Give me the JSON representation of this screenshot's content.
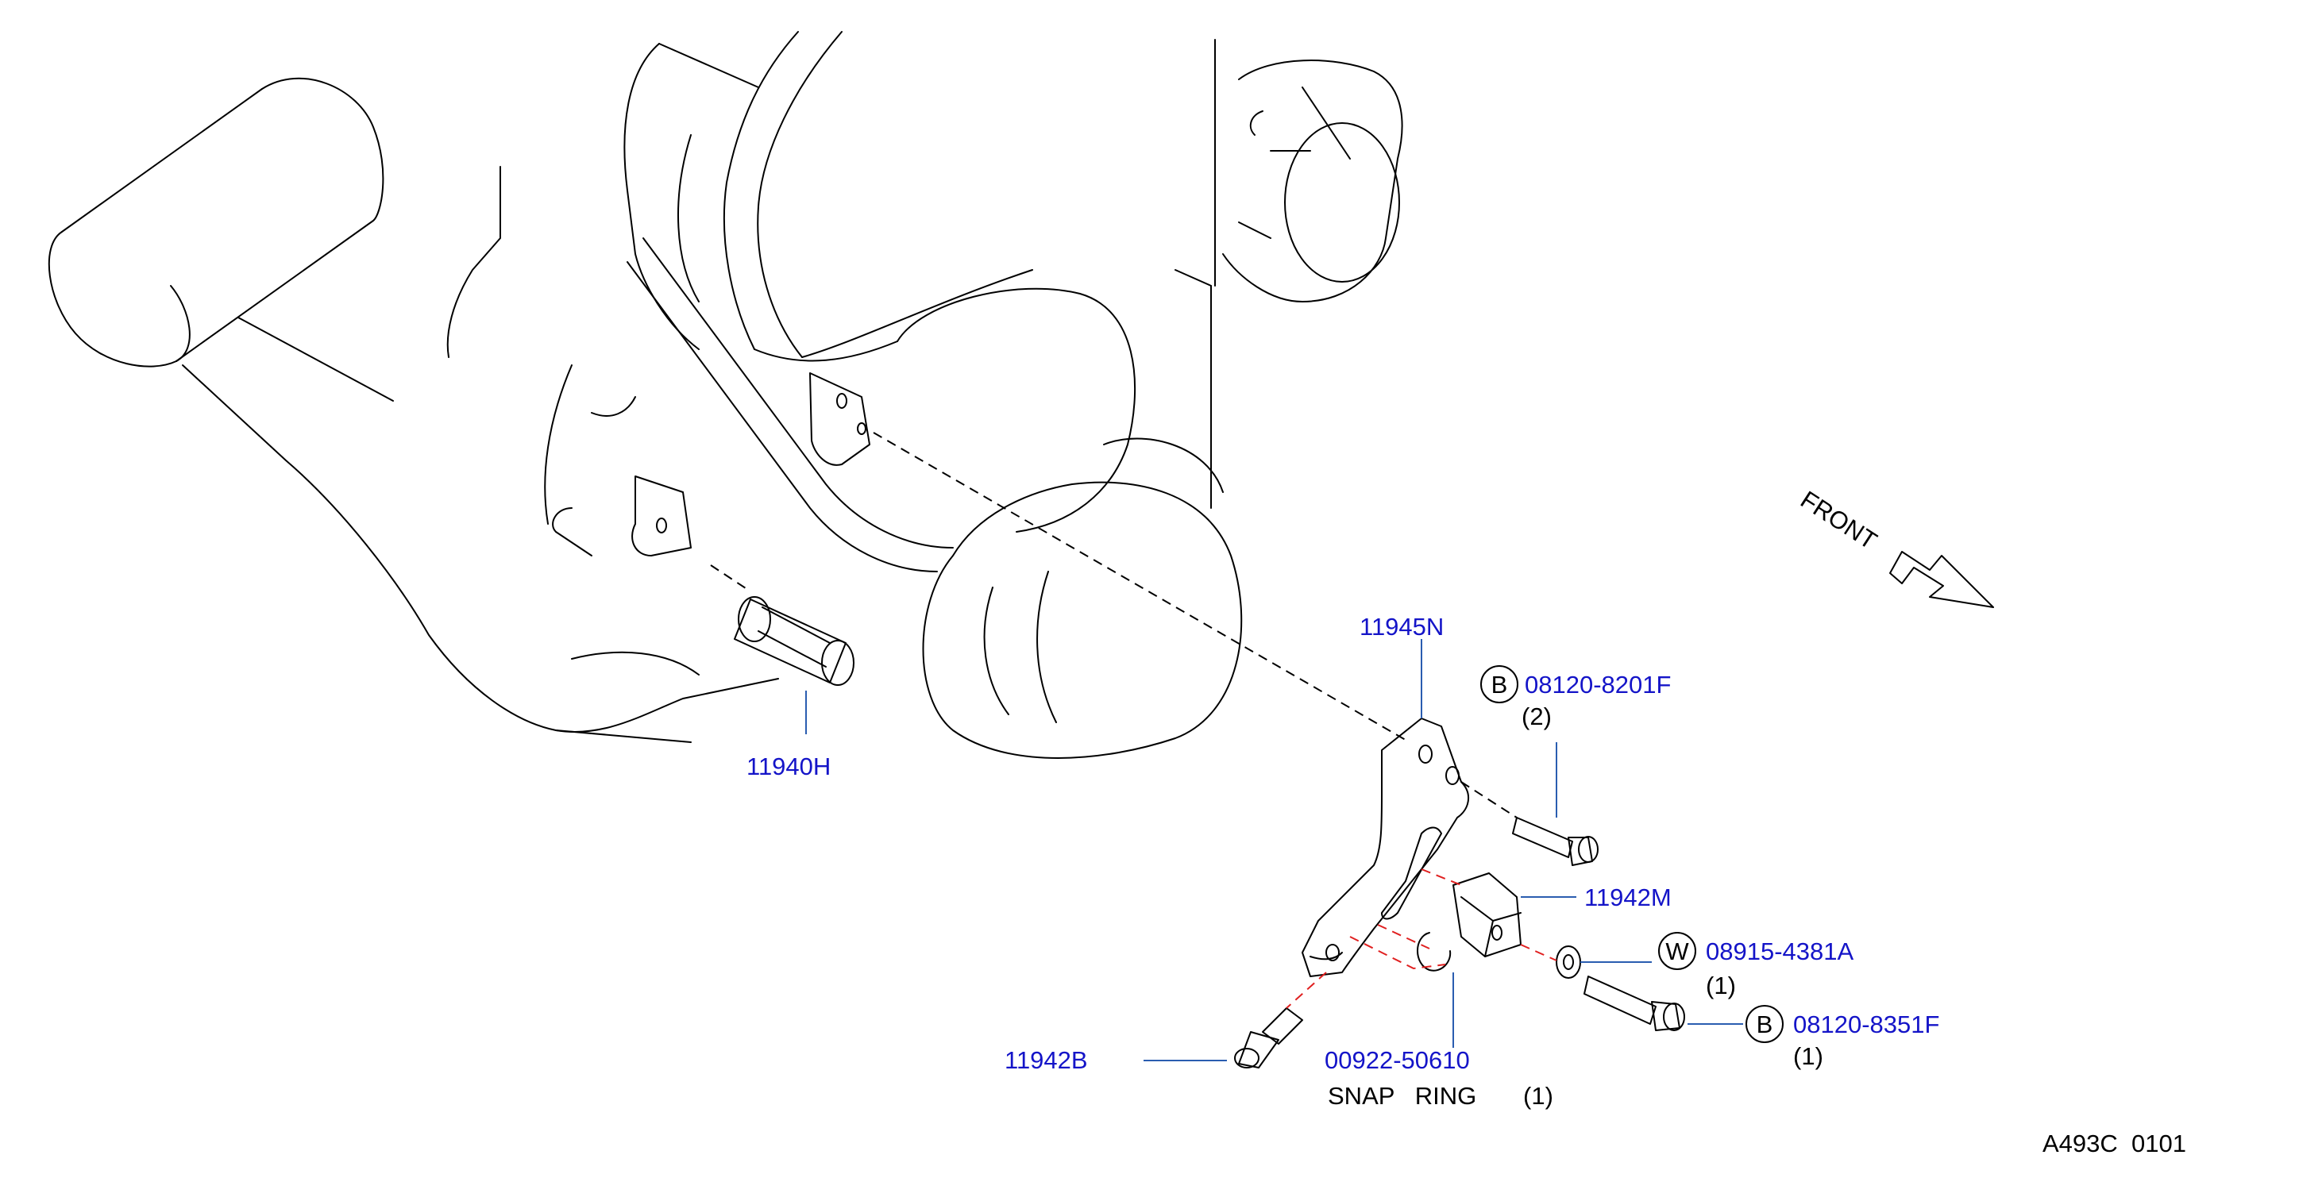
{
  "labels": {
    "p_11945N": "11945N",
    "p_08120_8201F": "08120-8201F",
    "p_08120_8201F_qty": "(2)",
    "p_08120_8201F_sym": "B",
    "p_11940H": "11940H",
    "p_11942M": "11942M",
    "p_08915_4381A": "08915-4381A",
    "p_08915_4381A_qty": "(1)",
    "p_08915_4381A_sym": "W",
    "p_08120_8351F": "08120-8351F",
    "p_08120_8351F_qty": "(1)",
    "p_08120_8351F_sym": "B",
    "p_11942B": "11942B",
    "p_00922_50610": "00922-50610",
    "snap_ring": "SNAP   RING",
    "snap_ring_qty": "(1)",
    "front": "FRONT",
    "diagram_code": "A493C  0101"
  },
  "colors": {
    "part_number": "#1414c8",
    "leader_line": "#2a5db0",
    "red_dash": "#e02020",
    "outline": "#000000"
  }
}
